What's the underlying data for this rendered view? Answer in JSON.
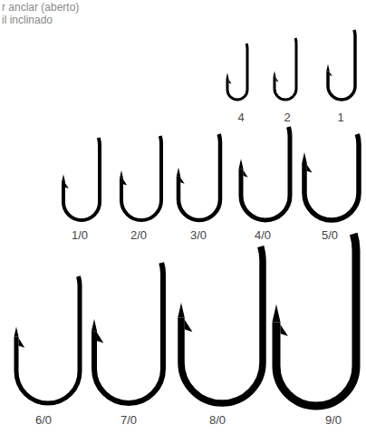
{
  "diagram": {
    "labels": [
      "r anclar (aberto)",
      "il inclinado",
      "4",
      "2",
      "1",
      "1/0",
      "2/0",
      "3/0",
      "4/0",
      "5/0",
      "6/0",
      "7/0",
      "8/0",
      "9/0"
    ]
  }
}
